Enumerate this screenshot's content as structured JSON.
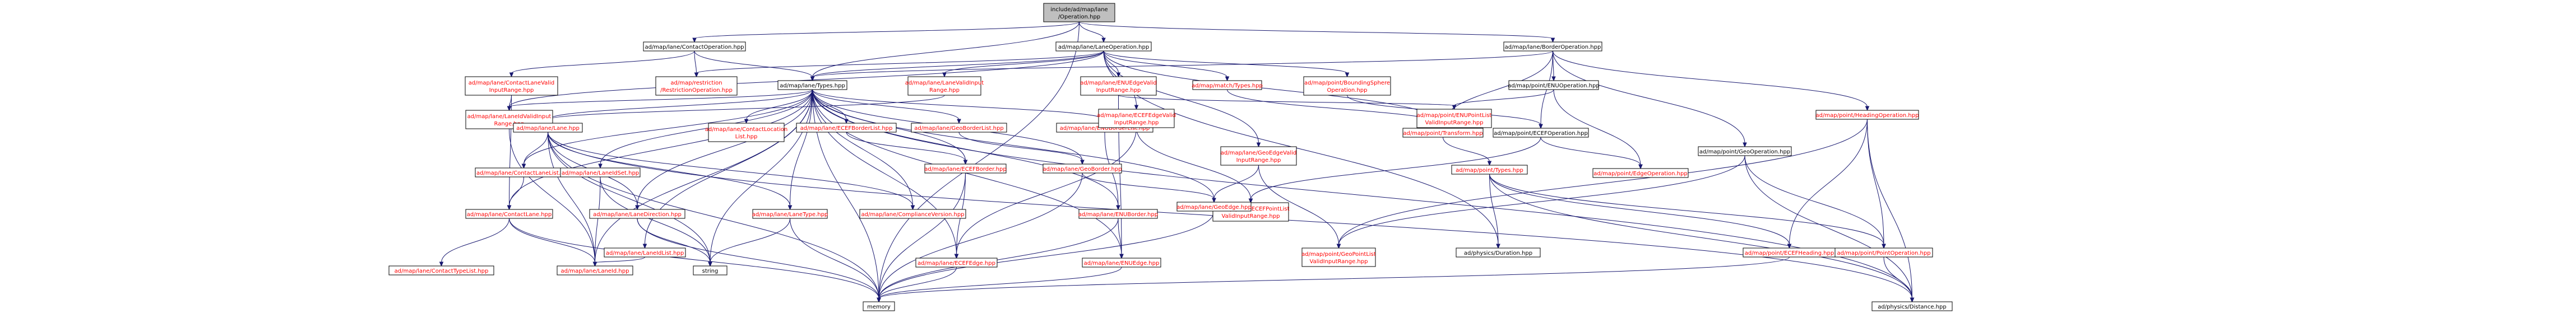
{
  "diagram": {
    "kind": "include-dependency-graph",
    "colors": {
      "root_fill": "#bfbfbf",
      "node_fill": "#ffffff",
      "border": "#000000",
      "header_text": "#000000",
      "missing_text": "#ff0000",
      "edge": "#191970"
    }
  },
  "nodes": [
    {
      "id": "root",
      "lines": [
        "include/ad/map/lane",
        "/Operation.hpp"
      ],
      "style": "root"
    },
    {
      "id": "contactop",
      "lines": [
        "ad/map/lane/ContactOperation.hpp"
      ],
      "style": "header"
    },
    {
      "id": "laneop",
      "lines": [
        "ad/map/lane/LaneOperation.hpp"
      ],
      "style": "header"
    },
    {
      "id": "borderop",
      "lines": [
        "ad/map/lane/BorderOperation.hpp"
      ],
      "style": "header"
    },
    {
      "id": "contactlanevalid",
      "lines": [
        "ad/map/lane/ContactLaneValid",
        "InputRange.hpp"
      ],
      "style": "missing"
    },
    {
      "id": "restrictionop",
      "lines": [
        "ad/map/restriction",
        "/RestrictionOperation.hpp"
      ],
      "style": "missing"
    },
    {
      "id": "types",
      "lines": [
        "ad/map/lane/Types.hpp"
      ],
      "style": "header"
    },
    {
      "id": "lanevalid",
      "lines": [
        "ad/map/lane/LaneValidInput",
        "Range.hpp"
      ],
      "style": "missing"
    },
    {
      "id": "enuedgevalid",
      "lines": [
        "ad/map/lane/ENUEdgeValid",
        "InputRange.hpp"
      ],
      "style": "missing"
    },
    {
      "id": "matchtypes",
      "lines": [
        "ad/map/match/Types.hpp"
      ],
      "style": "missing"
    },
    {
      "id": "boundingsphere",
      "lines": [
        "ad/map/point/BoundingSphere",
        "Operation.hpp"
      ],
      "style": "missing"
    },
    {
      "id": "enuop",
      "lines": [
        "ad/map/point/ENUOperation.hpp"
      ],
      "style": "header"
    },
    {
      "id": "headingop",
      "lines": [
        "ad/map/point/HeadingOperation.hpp"
      ],
      "style": "missing"
    },
    {
      "id": "laneidvalid",
      "lines": [
        "ad/map/lane/LaneIdValidInput",
        "Range.hpp"
      ],
      "style": "missing"
    },
    {
      "id": "contactloclist",
      "lines": [
        "ad/map/lane/ContactLocation",
        "List.hpp"
      ],
      "style": "missing"
    },
    {
      "id": "lanehpp",
      "lines": [
        "ad/map/lane/Lane.hpp"
      ],
      "style": "missing"
    },
    {
      "id": "ecefborderlist",
      "lines": [
        "ad/map/lane/ECEFBorderList.hpp"
      ],
      "style": "missing"
    },
    {
      "id": "geoborderlist",
      "lines": [
        "ad/map/lane/GeoBorderList.hpp"
      ],
      "style": "missing"
    },
    {
      "id": "enuborderlist",
      "lines": [
        "ad/map/lane/ENUBorderList.hpp"
      ],
      "style": "missing"
    },
    {
      "id": "ecefedgevalid",
      "lines": [
        "ad/map/lane/ECEFEdgeValid",
        "InputRange.hpp"
      ],
      "style": "missing"
    },
    {
      "id": "geoedgevalid",
      "lines": [
        "ad/map/lane/GeoEdgeValid",
        "InputRange.hpp"
      ],
      "style": "missing"
    },
    {
      "id": "enupointlistvalid",
      "lines": [
        "ad/map/point/ENUPointList",
        "ValidInputRange.hpp"
      ],
      "style": "missing"
    },
    {
      "id": "transform",
      "lines": [
        "ad/map/point/Transform.hpp"
      ],
      "style": "missing"
    },
    {
      "id": "ecefop",
      "lines": [
        "ad/map/point/ECEFOperation.hpp"
      ],
      "style": "header"
    },
    {
      "id": "geoop",
      "lines": [
        "ad/map/point/GeoOperation.hpp"
      ],
      "style": "header"
    },
    {
      "id": "contactlanelist",
      "lines": [
        "ad/map/lane/ContactLaneList.hpp"
      ],
      "style": "missing"
    },
    {
      "id": "laneidset",
      "lines": [
        "ad/map/lane/LaneIdSet.hpp"
      ],
      "style": "missing"
    },
    {
      "id": "lanedirection",
      "lines": [
        "ad/map/lane/LaneDirection.hpp"
      ],
      "style": "missing"
    },
    {
      "id": "lanetype",
      "lines": [
        "ad/map/lane/LaneType.hpp"
      ],
      "style": "missing"
    },
    {
      "id": "compliance",
      "lines": [
        "ad/map/lane/ComplianceVersion.hpp"
      ],
      "style": "missing"
    },
    {
      "id": "ecefborder",
      "lines": [
        "ad/map/lane/ECEFBorder.hpp"
      ],
      "style": "missing"
    },
    {
      "id": "geoborder",
      "lines": [
        "ad/map/lane/GeoBorder.hpp"
      ],
      "style": "missing"
    },
    {
      "id": "enuborder",
      "lines": [
        "ad/map/lane/ENUBorder.hpp"
      ],
      "style": "missing"
    },
    {
      "id": "ecefpointlistvalid",
      "lines": [
        "ad/map/point/ECEFPointList",
        "ValidInputRange.hpp"
      ],
      "style": "missing"
    },
    {
      "id": "pointtypes",
      "lines": [
        "ad/map/point/Types.hpp"
      ],
      "style": "missing"
    },
    {
      "id": "edgeop",
      "lines": [
        "ad/map/point/EdgeOperation.hpp"
      ],
      "style": "missing"
    },
    {
      "id": "contactlane",
      "lines": [
        "ad/map/lane/ContactLane.hpp"
      ],
      "style": "missing"
    },
    {
      "id": "laneidlist",
      "lines": [
        "ad/map/lane/LaneIdList.hpp"
      ],
      "style": "missing"
    },
    {
      "id": "string",
      "lines": [
        "string"
      ],
      "style": "system"
    },
    {
      "id": "ecefedge",
      "lines": [
        "ad/map/lane/ECEFEdge.hpp"
      ],
      "style": "missing"
    },
    {
      "id": "enuedge",
      "lines": [
        "ad/map/lane/ENUEdge.hpp"
      ],
      "style": "missing"
    },
    {
      "id": "geoedge",
      "lines": [
        "ad/map/lane/GeoEdge.hpp"
      ],
      "style": "missing"
    },
    {
      "id": "geopointlistvalid",
      "lines": [
        "ad/map/point/GeoPointList",
        "ValidInputRange.hpp"
      ],
      "style": "missing"
    },
    {
      "id": "duration",
      "lines": [
        "ad/physics/Duration.hpp"
      ],
      "style": "system"
    },
    {
      "id": "ecefheading",
      "lines": [
        "ad/map/point/ECEFHeading.hpp"
      ],
      "style": "missing"
    },
    {
      "id": "pointop",
      "lines": [
        "ad/map/point/PointOperation.hpp"
      ],
      "style": "missing"
    },
    {
      "id": "contacttypelist",
      "lines": [
        "ad/map/lane/ContactTypeList.hpp"
      ],
      "style": "missing"
    },
    {
      "id": "laneid",
      "lines": [
        "ad/map/lane/LaneId.hpp"
      ],
      "style": "missing"
    },
    {
      "id": "memory",
      "lines": [
        "memory"
      ],
      "style": "system"
    },
    {
      "id": "distance",
      "lines": [
        "ad/physics/Distance.hpp"
      ],
      "style": "system"
    }
  ],
  "edges": [
    [
      "root",
      "contactop"
    ],
    [
      "root",
      "laneop"
    ],
    [
      "root",
      "borderop"
    ],
    [
      "root",
      "types"
    ],
    [
      "root",
      "memory"
    ],
    [
      "contactop",
      "contactlanevalid"
    ],
    [
      "contactop",
      "restrictionop"
    ],
    [
      "contactop",
      "types"
    ],
    [
      "laneop",
      "restrictionop"
    ],
    [
      "laneop",
      "types"
    ],
    [
      "laneop",
      "lanevalid"
    ],
    [
      "laneop",
      "enuedgevalid"
    ],
    [
      "laneop",
      "matchtypes"
    ],
    [
      "laneop",
      "boundingsphere"
    ],
    [
      "laneop",
      "laneidvalid"
    ],
    [
      "laneop",
      "ecefedgevalid"
    ],
    [
      "laneop",
      "geoedgevalid"
    ],
    [
      "laneop",
      "transform"
    ],
    [
      "laneop",
      "duration"
    ],
    [
      "borderop",
      "types"
    ],
    [
      "borderop",
      "enuop"
    ],
    [
      "borderop",
      "ecefop"
    ],
    [
      "borderop",
      "geoop"
    ],
    [
      "borderop",
      "headingop"
    ],
    [
      "borderop",
      "transform"
    ],
    [
      "contactlanevalid",
      "laneidvalid"
    ],
    [
      "contactlanevalid",
      "contactlane"
    ],
    [
      "types",
      "laneidvalid"
    ],
    [
      "types",
      "contactloclist"
    ],
    [
      "types",
      "lanehpp"
    ],
    [
      "types",
      "ecefborderlist"
    ],
    [
      "types",
      "geoborderlist"
    ],
    [
      "types",
      "enuborderlist"
    ],
    [
      "types",
      "contactlanelist"
    ],
    [
      "types",
      "laneidset"
    ],
    [
      "types",
      "lanedirection"
    ],
    [
      "types",
      "lanetype"
    ],
    [
      "types",
      "compliance"
    ],
    [
      "types",
      "ecefborder"
    ],
    [
      "types",
      "geoborder"
    ],
    [
      "types",
      "enuborder"
    ],
    [
      "types",
      "contactlane"
    ],
    [
      "types",
      "laneidlist"
    ],
    [
      "types",
      "string"
    ],
    [
      "types",
      "ecefedge"
    ],
    [
      "types",
      "enuedge"
    ],
    [
      "types",
      "geoedge"
    ],
    [
      "types",
      "laneid"
    ],
    [
      "types",
      "memory"
    ],
    [
      "types",
      "distance"
    ],
    [
      "lanevalid",
      "lanehpp"
    ],
    [
      "enuedgevalid",
      "enupointlistvalid"
    ],
    [
      "enuedgevalid",
      "enuedge"
    ],
    [
      "matchtypes",
      "transform"
    ],
    [
      "boundingsphere",
      "ecefop"
    ],
    [
      "enuop",
      "enupointlistvalid"
    ],
    [
      "enuop",
      "edgeop"
    ],
    [
      "headingop",
      "ecefheading"
    ],
    [
      "headingop",
      "pointop"
    ],
    [
      "headingop",
      "geopointlistvalid"
    ],
    [
      "headingop",
      "distance"
    ],
    [
      "laneidvalid",
      "laneid"
    ],
    [
      "lanehpp",
      "contactlanelist"
    ],
    [
      "lanehpp",
      "lanedirection"
    ],
    [
      "lanehpp",
      "lanetype"
    ],
    [
      "lanehpp",
      "compliance"
    ],
    [
      "lanehpp",
      "laneid"
    ],
    [
      "lanehpp",
      "memory"
    ],
    [
      "lanehpp",
      "string"
    ],
    [
      "lanehpp",
      "distance"
    ],
    [
      "ecefborderlist",
      "ecefborder"
    ],
    [
      "geoborderlist",
      "geoborder"
    ],
    [
      "enuborderlist",
      "enuborder"
    ],
    [
      "ecefedgevalid",
      "ecefpointlistvalid"
    ],
    [
      "ecefedgevalid",
      "ecefedge"
    ],
    [
      "geoedgevalid",
      "geopointlistvalid"
    ],
    [
      "geoedgevalid",
      "geoedge"
    ],
    [
      "transform",
      "pointtypes"
    ],
    [
      "ecefop",
      "ecefpointlistvalid"
    ],
    [
      "ecefop",
      "edgeop"
    ],
    [
      "geoop",
      "pointop"
    ],
    [
      "geoop",
      "geopointlistvalid"
    ],
    [
      "geoop",
      "distance"
    ],
    [
      "contactlanelist",
      "contactlane"
    ],
    [
      "laneidset",
      "laneid"
    ],
    [
      "laneidset",
      "string"
    ],
    [
      "lanedirection",
      "string"
    ],
    [
      "lanedirection",
      "memory"
    ],
    [
      "lanetype",
      "string"
    ],
    [
      "lanetype",
      "memory"
    ],
    [
      "ecefborder",
      "ecefedge"
    ],
    [
      "ecefborder",
      "memory"
    ],
    [
      "geoborder",
      "geoedge"
    ],
    [
      "geoborder",
      "memory"
    ],
    [
      "enuborder",
      "enuedge"
    ],
    [
      "enuborder",
      "memory"
    ],
    [
      "pointtypes",
      "ecefheading"
    ],
    [
      "pointtypes",
      "pointop"
    ],
    [
      "pointtypes",
      "duration"
    ],
    [
      "pointtypes",
      "distance"
    ],
    [
      "contactlane",
      "contacttypelist"
    ],
    [
      "contactlane",
      "laneid"
    ],
    [
      "contactlane",
      "memory"
    ],
    [
      "laneidlist",
      "laneid"
    ],
    [
      "ecefedge",
      "memory"
    ],
    [
      "enuedge",
      "memory"
    ],
    [
      "geoedge",
      "memory"
    ],
    [
      "pointop",
      "distance"
    ],
    [
      "ecefheading",
      "memory"
    ]
  ]
}
